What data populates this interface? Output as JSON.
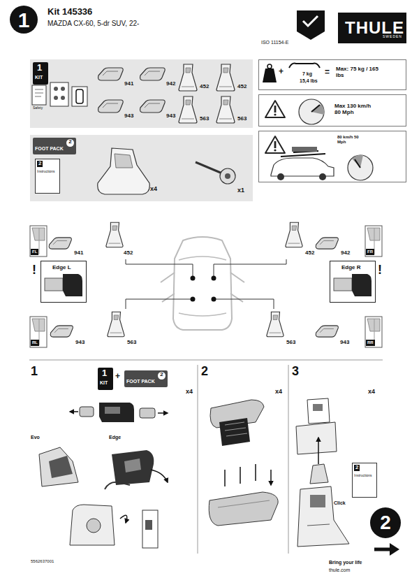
{
  "diagram": {
    "nodes": [
      {
        "text": [
          "1"
        ]
      },
      {
        "text": [
          "1",
          "KIT"
        ]
      },
      {
        "text": [
          "2",
          "FOOT PACK"
        ]
      },
      {
        "text": [
          "2",
          "Instructions"
        ]
      },
      {
        "text": [
          "7 kg",
          "15,4 lbs",
          "Max: 75 kg / 165 lbs"
        ]
      },
      {
        "text": [
          "Max 130 km/h 80 Mph"
        ]
      },
      {
        "text": [
          "80 km/h 50 Mph"
        ]
      },
      {
        "text": [
          "Edge L"
        ]
      },
      {
        "text": [
          "Edge R"
        ]
      },
      {
        "text": [
          "1"
        ]
      },
      {
        "text": [
          "1",
          "KIT"
        ],
        "in": 9
      },
      {
        "text": [
          "2",
          "FOOT PACK"
        ],
        "in": 9
      },
      {
        "text": [
          "2"
        ]
      },
      {
        "text": [
          "3"
        ]
      },
      {
        "text": [
          "2",
          "Instructions"
        ],
        "in": 13
      },
      {
        "text": [
          "2"
        ]
      }
    ],
    "labels": [
      "Kit 145336",
      "MAZDA CX-60, 5-dr SUV, 22-",
      "ISO 11154-E",
      "THULE",
      "SWEDEN",
      "941",
      "942",
      "452",
      "452",
      "943",
      "943",
      "563",
      "563",
      "Safety",
      "x4",
      "x1",
      "+",
      "=",
      "FL",
      "941",
      "452",
      "452",
      "942",
      "FR",
      "!",
      "!",
      "RL",
      "943",
      "563",
      "563",
      "943",
      "RR",
      "+",
      "x4",
      "Evo",
      "Edge",
      "x4",
      "x4",
      "Click",
      "5562637001",
      "Bring your life",
      "thule.com"
    ]
  }
}
